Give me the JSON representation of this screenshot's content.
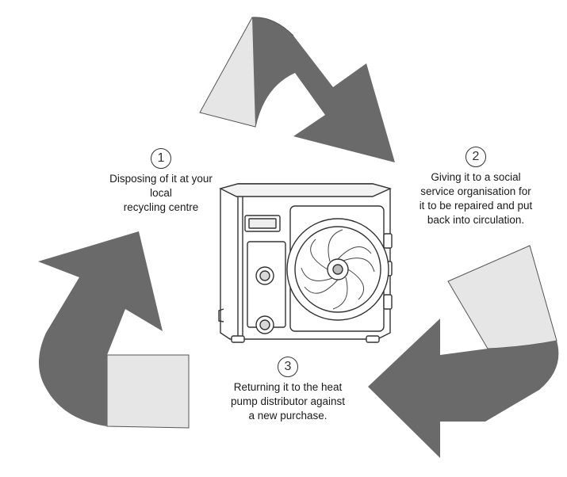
{
  "colors": {
    "arrow_dark": "#6a6a6a",
    "arrow_light": "#e6e6e6",
    "outline": "#333333"
  },
  "icons": [
    "recycle-arrow-top",
    "recycle-arrow-right",
    "recycle-arrow-left",
    "heat-pump-unit"
  ],
  "steps": [
    {
      "number": "1",
      "lines": [
        "Disposing of it at your",
        "local",
        "recycling centre"
      ]
    },
    {
      "number": "2",
      "lines": [
        "Giving it to a social",
        "service organisation for",
        "it to be repaired and put",
        "back into circulation."
      ]
    },
    {
      "number": "3",
      "lines": [
        "Returning it to the heat",
        "pump distributor against",
        "a new purchase."
      ]
    }
  ]
}
